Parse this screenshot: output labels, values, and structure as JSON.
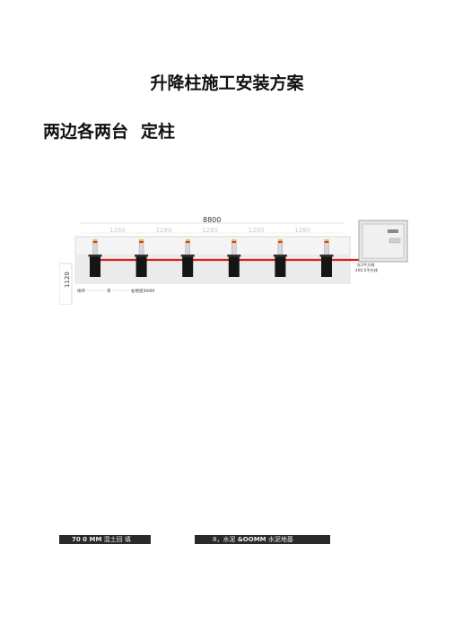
{
  "document": {
    "title": "升降柱施工安装方案",
    "section_heading_left": "两边各两台",
    "section_heading_right": "定柱"
  },
  "diagram": {
    "total_length_label": "8800",
    "spacing_labels": [
      "1280",
      "1280",
      "1280",
      "1280",
      "1280"
    ],
    "side_label": "1120",
    "bottom_label_1": "地坪",
    "bottom_label_2": "夹",
    "bottom_label_3": "右地径300M",
    "cable_note_1": "在2平方线",
    "cable_note_2": "4X0.5平方线",
    "bollard_count": 6
  },
  "footer_bars": {
    "left_bold": "70 0 MM",
    "left_rest": " 混土回 填",
    "right_prefix": "8",
    "right_text": "水泥 ",
    "right_bold": "&OOMM",
    "right_rest": " 水泥地基"
  },
  "colors": {
    "cable": "#d81e1e",
    "bollard_body": "#151515",
    "light_yellow": "#e8c23a",
    "light_red": "#d33a2a",
    "footer_bar": "#2a2a2a"
  }
}
